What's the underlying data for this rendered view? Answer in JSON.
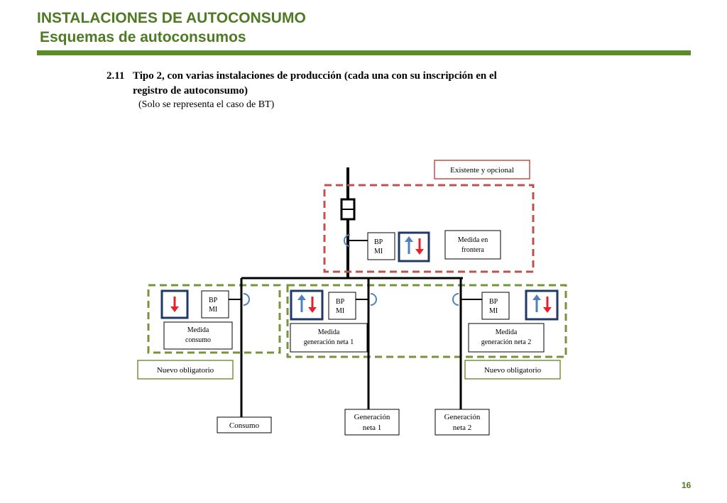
{
  "header": {
    "title": "INSTALACIONES DE AUTOCONSUMO",
    "subtitle": "Esquemas de autoconsumos"
  },
  "section": {
    "number": "2.11",
    "heading_line1": "Tipo 2, con varias instalaciones de producción (cada una con su inscripción en el",
    "heading_line2": "registro de autoconsumo)",
    "note": "(Solo se representa el caso de BT)"
  },
  "diagram": {
    "legend_existing": "Existente y opcional",
    "bp_line1": "BP",
    "bp_line2": "MI",
    "frontier_meter_line1": "Medida en",
    "frontier_meter_line2": "frontera",
    "consumption_meter_line1": "Medida",
    "consumption_meter_line2": "consumo",
    "gen1_meter_line1": "Medida",
    "gen1_meter_line2": "generación neta 1",
    "gen2_meter_line1": "Medida",
    "gen2_meter_line2": "generación neta 2",
    "new_mandatory_left": "Nuevo obligatorio",
    "new_mandatory_right": "Nuevo obligatorio",
    "consumption_load": "Consumo",
    "gen1_line1": "Generación",
    "gen1_line2": "neta 1",
    "gen2_line1": "Generación",
    "gen2_line2": "neta 2",
    "colors": {
      "existing_border": "#c0504d",
      "new_border": "#77933c",
      "meter_border": "#1f3864",
      "arrow_up": "#4f81bd",
      "arrow_down": "#e8202a"
    }
  },
  "footer": {
    "page_number": "16"
  }
}
